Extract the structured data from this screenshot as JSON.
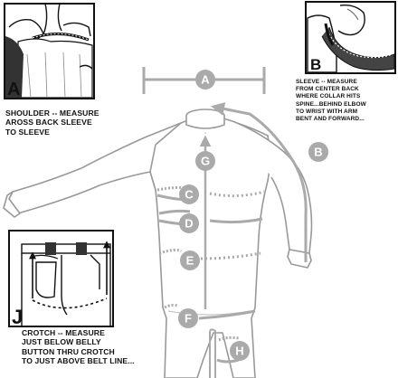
{
  "captions": {
    "shoulder": [
      "SHOULDER -- MEASURE",
      "AROSS BACK SLEEVE",
      "TO SLEEVE"
    ],
    "sleeve": [
      "SLEEVE -- MEASURE",
      "FROM CENTER BACK",
      "WHERE COLLAR HITS",
      "SPINE...BEHIND ELBOW",
      "TO WRIST WITH ARM",
      "BENT AND FORWARD..."
    ],
    "crotch": [
      "CROTCH -- MEASURE",
      "JUST BELOW BELLY",
      "BUTTON THRU CROTCH",
      "TO JUST ABOVE BELT LINE..."
    ]
  },
  "inset_letters": {
    "shoulder": "A",
    "sleeve": "B",
    "crotch": "J"
  },
  "markers": {
    "a": "A",
    "b": "B",
    "c": "C",
    "d": "D",
    "e": "E",
    "f": "F",
    "g": "G",
    "h": "H"
  },
  "colors": {
    "marker_fill": "#aaaaaa",
    "suit_outline": "#999999",
    "measure_line": "#aaaaaa",
    "ink": "#111111"
  }
}
